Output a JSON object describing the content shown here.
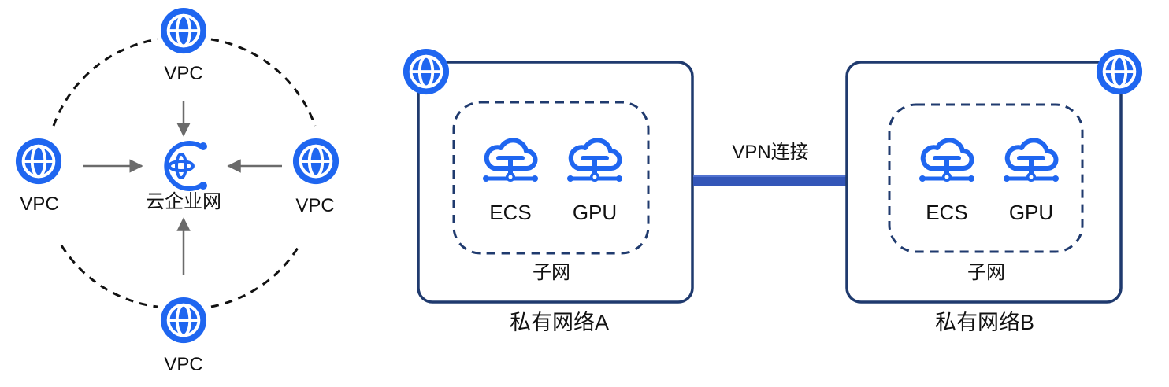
{
  "star": {
    "hub_label": "云企业网",
    "vpc_top": "VPC",
    "vpc_left": "VPC",
    "vpc_right": "VPC",
    "vpc_bottom": "VPC"
  },
  "network_a": {
    "title": "私有网络A",
    "subnet_label": "子网",
    "instance_1": "ECS",
    "instance_2": "GPU"
  },
  "network_b": {
    "title": "私有网络B",
    "subnet_label": "子网",
    "instance_1": "ECS",
    "instance_2": "GPU"
  },
  "connection": {
    "label": "VPN连接"
  },
  "colors": {
    "icon_blue": "#1f66f0",
    "box_navy": "#1f3a6e",
    "link_blue": "#3356b8",
    "arrow_gray": "#6b6b6b",
    "dash_black": "#111111"
  },
  "icons": {
    "vpc": "globe-icon",
    "hub": "cloud-enterprise-network-icon",
    "instance": "cloud-node-icon"
  }
}
